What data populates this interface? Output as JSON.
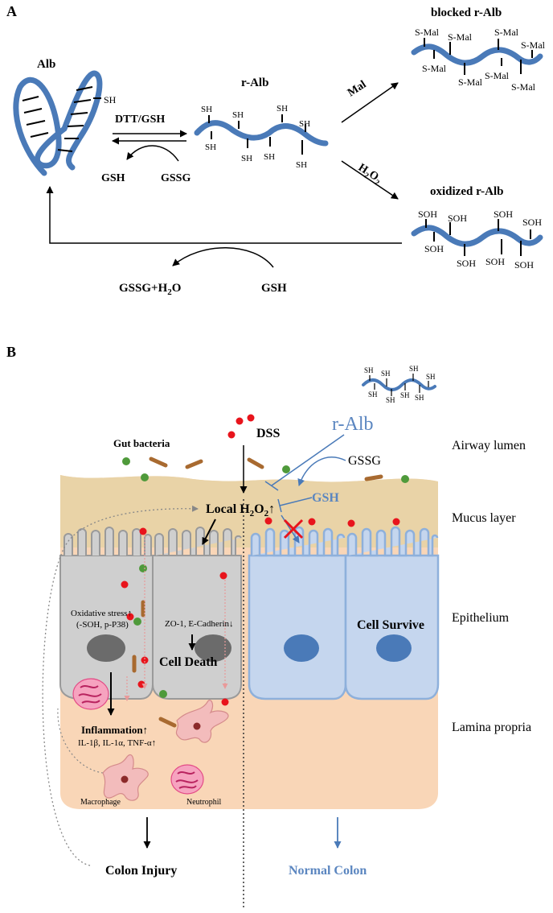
{
  "panel_a": {
    "label": "A",
    "alb_label": "Alb",
    "sh_alb": "SH",
    "dtt_gsh": "DTT/GSH",
    "gsh_left": "GSH",
    "gssg_left": "GSSG",
    "ralb_label": "r-Alb",
    "sh": "SH",
    "mal": "Mal",
    "h2o2_h": "H",
    "h2o2_2": "2",
    "h2o2_o": "O",
    "blocked_label": "blocked r-Alb",
    "smal": "S-Mal",
    "oxidized_label": "oxidized r-Alb",
    "soh": "SOH",
    "gssg_h2o_a": "GSSG+H",
    "gssg_h2o_2": "2",
    "gssg_h2o_b": "O",
    "gsh_bottom": "GSH"
  },
  "panel_b": {
    "label": "B",
    "sh": "SH",
    "ralb": "r-Alb",
    "gssg": "GSSG",
    "gsh": "GSH",
    "dss": "DSS",
    "gut_bacteria": "Gut bacteria",
    "local_h2o2_a": "Local H",
    "local_h2o2_2": "2",
    "local_h2o2_b": "O",
    "local_h2o2_3": "2",
    "local_h2o2_up": "↑",
    "airway_lumen": "Airway lumen",
    "mucus_layer": "Mucus layer",
    "epithelium": "Epithelium",
    "lamina_propria": "Lamina propria",
    "oxidative_stress": "Oxidative stress↑",
    "soh_p38": "(-SOH, p-P38)",
    "zo1": "ZO-1, E-Cadherin↓",
    "cell_death": "Cell Death",
    "cell_survive": "Cell Survive",
    "inflammation": "Inflammation↑",
    "cytokines": "IL-1β, IL-1α, TNF-α↑",
    "macrophage": "Macrophage",
    "neutrophil": "Neutrophil",
    "colon_injury": "Colon Injury",
    "normal_colon": "Normal Colon"
  },
  "colors": {
    "protein_blue": "#4a7ab8",
    "text_blue": "#5b86c0",
    "mucus": "#e9d3a7",
    "lamina": "#f9d6b7",
    "cell_grey": "#cfcfcf",
    "cell_blue": "#c5d6ee",
    "dss_red": "#e8141c",
    "bacteria_green": "#4f9a3b",
    "rod_brown": "#a86a30"
  }
}
